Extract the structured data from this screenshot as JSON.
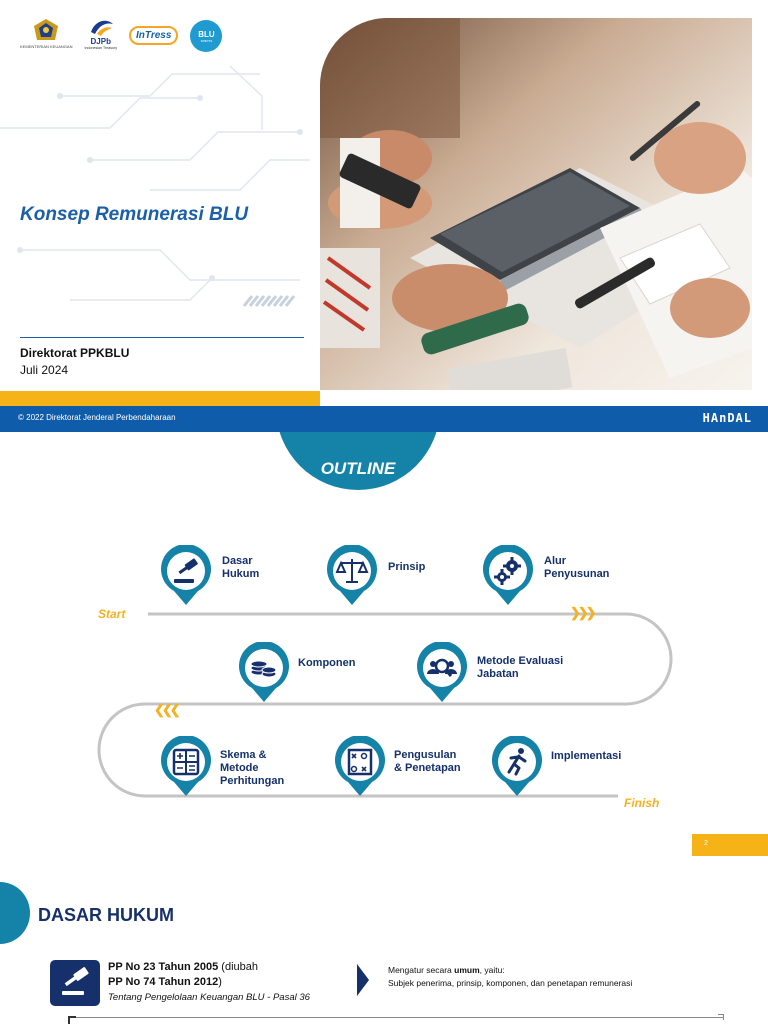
{
  "slide1": {
    "logos": {
      "kemenkeu_caption": "KEMENTERIAN KEUANGAN",
      "djpb_text": "DJPb",
      "djpb_caption": "Indonesian Treasury",
      "intress_text": "InTress",
      "blu_text": "BLU",
      "blu_caption": "SPIRITS"
    },
    "title": "Konsep Remunerasi BLU",
    "organization": "Direktorat PPKBLU",
    "date": "Juli 2024",
    "footer": {
      "copyright": "© 2022 Direktorat Jenderal Perbendaharaan",
      "brand": "HAnDAL"
    },
    "colors": {
      "primary_blue": "#0f5daa",
      "accent_gold": "#f6b318",
      "title_blue": "#1b5fa8"
    }
  },
  "slide2": {
    "heading": "OUTLINE",
    "start_label": "Start",
    "finish_label": "Finish",
    "steps": [
      {
        "label": "Dasar\nHukum",
        "icon": "gavel-icon"
      },
      {
        "label": "Prinsip",
        "icon": "scales-icon"
      },
      {
        "label": "Alur\nPenyusunan",
        "icon": "gears-icon"
      },
      {
        "label": "Komponen",
        "icon": "coins-icon"
      },
      {
        "label": "Metode Evaluasi\nJabatan",
        "icon": "team-search-icon"
      },
      {
        "label": "Skema &\nMetode\nPerhitungan",
        "icon": "calculator-icon"
      },
      {
        "label": "Pengusulan\n& Penetapan",
        "icon": "strategy-board-icon"
      },
      {
        "label": "Implementasi",
        "icon": "running-person-icon"
      }
    ],
    "page_number": "2",
    "colors": {
      "pin_teal": "#1583a7",
      "road_gray": "#c4c4c4",
      "label_navy": "#15306b",
      "gold": "#f4b223"
    }
  },
  "slide3": {
    "heading": "DASAR HUKUM",
    "law_line1_bold": "PP No 23 Tahun 2005",
    "law_line1_rest": " (diubah",
    "law_line2_bold": "PP No 74 Tahun 2012",
    "law_line2_rest": ")",
    "law_subtitle": "Tentang Pengelolaan Keuangan BLU - Pasal 36",
    "desc_prefix": "Mengatur secara ",
    "desc_bold": "umum",
    "desc_suffix": ", yaitu:",
    "desc_line2": "Subjek penerima, prinsip, komponen, dan penetapan remunerasi"
  }
}
